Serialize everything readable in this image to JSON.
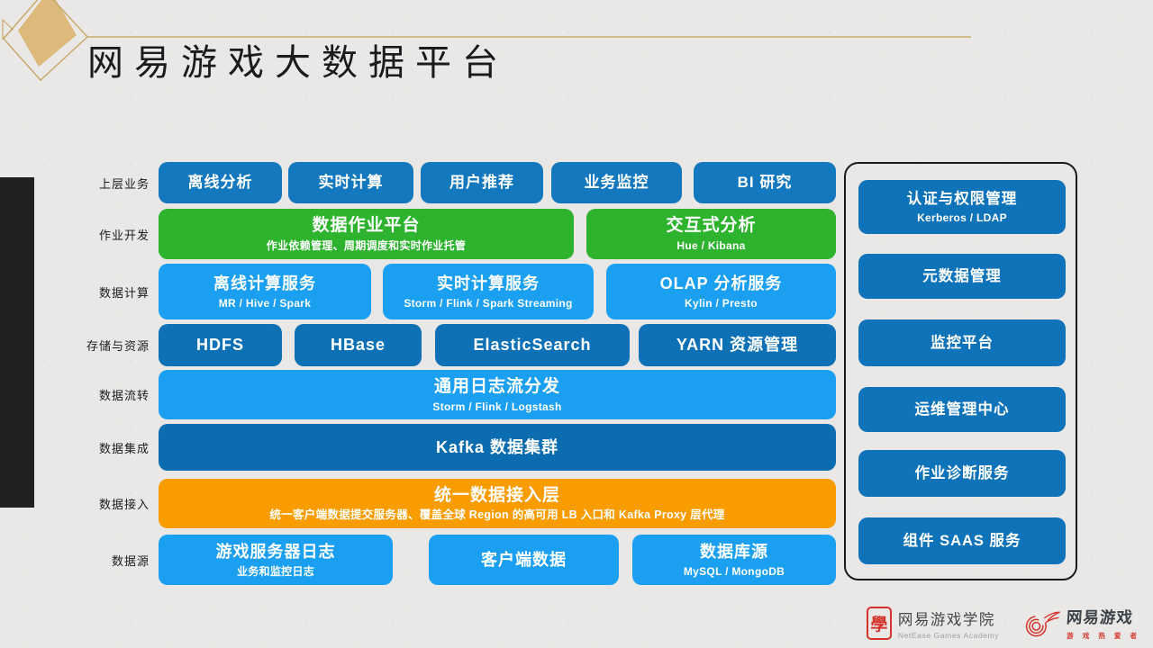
{
  "title": "网易游戏大数据平台",
  "rows": [
    {
      "label": "上层业务",
      "boxes": [
        {
          "title": "离线分析"
        },
        {
          "title": "实时计算"
        },
        {
          "title": "用户推荐"
        },
        {
          "title": "业务监控"
        },
        {
          "title": "BI 研究"
        }
      ]
    },
    {
      "label": "作业开发",
      "boxes": [
        {
          "title": "数据作业平台",
          "subtitle": "作业依赖管理、周期调度和实时作业托管"
        },
        {
          "title": "交互式分析",
          "subtitle": "Hue / Kibana"
        }
      ]
    },
    {
      "label": "数据计算",
      "boxes": [
        {
          "title": "离线计算服务",
          "subtitle": "MR / Hive / Spark"
        },
        {
          "title": "实时计算服务",
          "subtitle": "Storm / Flink / Spark Streaming"
        },
        {
          "title": "OLAP 分析服务",
          "subtitle": "Kylin / Presto"
        }
      ]
    },
    {
      "label": "存储与资源",
      "boxes": [
        {
          "title": "HDFS"
        },
        {
          "title": "HBase"
        },
        {
          "title": "ElasticSearch"
        },
        {
          "title": "YARN 资源管理"
        }
      ]
    },
    {
      "label": "数据流转",
      "boxes": [
        {
          "title": "通用日志流分发",
          "subtitle": "Storm / Flink / Logstash"
        }
      ]
    },
    {
      "label": "数据集成",
      "boxes": [
        {
          "title": "Kafka 数据集群"
        }
      ]
    },
    {
      "label": "数据接入",
      "boxes": [
        {
          "title": "统一数据接入层",
          "subtitle": "统一客户端数据提交服务器、覆盖全球 Region 的高可用 LB 入口和 Kafka Proxy 层代理"
        }
      ]
    },
    {
      "label": "数据源",
      "boxes": [
        {
          "title": "游戏服务器日志",
          "subtitle": "业务和监控日志"
        },
        {
          "title": "客户端数据"
        },
        {
          "title": "数据库源",
          "subtitle": "MySQL / MongoDB"
        }
      ]
    }
  ],
  "side_panel": {
    "boxes": [
      {
        "title": "认证与权限管理",
        "subtitle": "Kerberos / LDAP"
      },
      {
        "title": "元数据管理"
      },
      {
        "title": "监控平台"
      },
      {
        "title": "运维管理中心"
      },
      {
        "title": "作业诊断服务"
      },
      {
        "title": "组件 SAAS 服务"
      }
    ]
  },
  "footer": {
    "academy": {
      "seal_char": "學",
      "name": "网易游戏学院",
      "subtitle": "NetEase Games Academy"
    },
    "netease": {
      "name": "网易游戏",
      "tagline": "游 戏 热 爱 者"
    }
  },
  "colors": {
    "background": "#e9e8e6",
    "top_blue": "#1478be",
    "green": "#2db32e",
    "light_blue": "#1ba0f1",
    "storage_blue": "#0e71b6",
    "kafka_blue": "#0b6db0",
    "orange": "#f99c00",
    "panel_blue": "#0e73b9",
    "gold": "#c9a96b",
    "logo_red": "#d5342c"
  }
}
